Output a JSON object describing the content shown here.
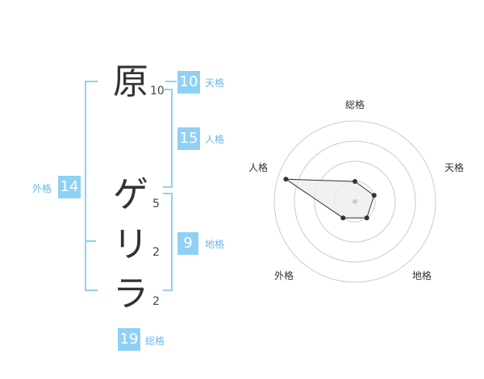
{
  "name": {
    "chars": [
      {
        "char": "原",
        "strokes": "10"
      },
      {
        "char": "ゲ",
        "strokes": "5"
      },
      {
        "char": "リ",
        "strokes": "2"
      },
      {
        "char": "ラ",
        "strokes": "2"
      }
    ]
  },
  "kaku": {
    "tenkaku": {
      "label": "天格",
      "value": "10"
    },
    "jinkaku": {
      "label": "人格",
      "value": "15"
    },
    "chikaku": {
      "label": "地格",
      "value": "9"
    },
    "gaikaku": {
      "label": "外格",
      "value": "14"
    },
    "soukaku": {
      "label": "総格",
      "value": "19"
    }
  },
  "chart_data": {
    "type": "radar",
    "axes": [
      "総格",
      "天格",
      "地格",
      "外格",
      "人格"
    ],
    "values": [
      1,
      1,
      1,
      1,
      3.6
    ],
    "rmax": 4,
    "rings": 4,
    "colors": {
      "fill": "#eeeeee",
      "stroke": "#333333",
      "ring": "#cccccc",
      "center": "#cccccc"
    }
  },
  "colors": {
    "accent": "#8fd0f5"
  }
}
